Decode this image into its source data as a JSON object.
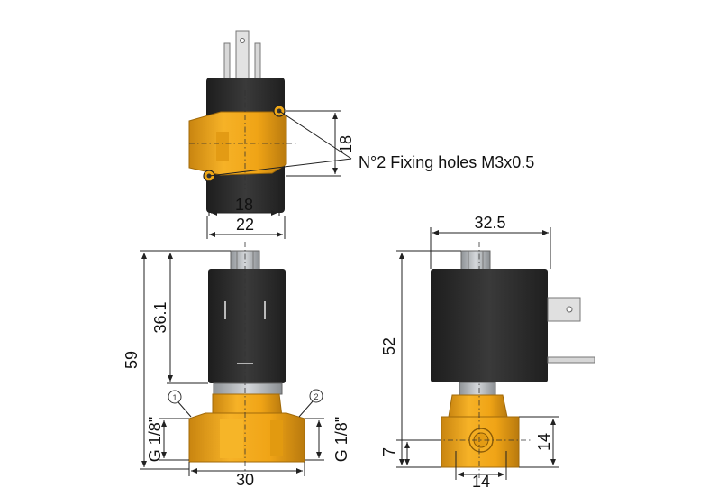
{
  "note": {
    "fixing_holes": "N°2 Fixing holes M3x0.5"
  },
  "dimensions": {
    "top_view": {
      "height": "18",
      "hole_spacing": "18",
      "width": "22"
    },
    "front_view": {
      "overall_height": "59",
      "coil_height": "36.1",
      "base_width": "30",
      "port_left": "G 1/8\"",
      "port_right": "G 1/8\""
    },
    "side_view": {
      "coil_width": "32.5",
      "height": "52",
      "port_height": "7",
      "base_height": "14",
      "base_width": "14"
    }
  },
  "port_markers": {
    "marker_1": "1",
    "marker_2": "2"
  },
  "colors": {
    "coil": "#2b2b2b",
    "brass_body": "#f3a91a",
    "brass_dark": "#c98510",
    "nut": "#b8bcc0",
    "terminal": "#e3e3e3"
  }
}
